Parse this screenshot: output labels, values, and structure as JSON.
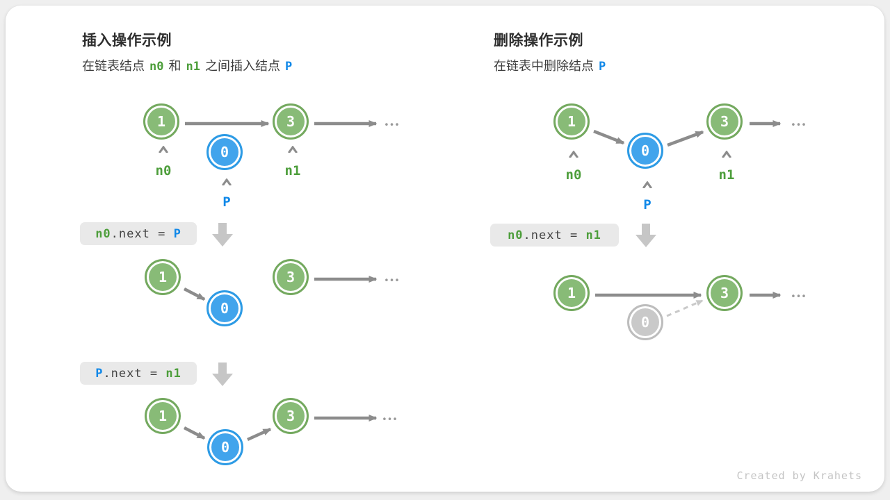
{
  "colors": {
    "page_bg": "#EFEFEF",
    "card_bg": "#FFFFFF",
    "heading_text": "#2E2E2E",
    "body_text": "#3C3C3C",
    "node_green_fill": "#88BB77",
    "node_green_border": "#74A95F",
    "node_blue_fill": "#41A4EC",
    "node_blue_border": "#2D9BE5",
    "node_gray_fill": "#C9C9C9",
    "node_gray_border": "#BDBDBD",
    "token_green": "#4D9E3B",
    "token_blue": "#1088E8",
    "arrow_gray": "#8C8C8C",
    "dashed_gray": "#C9C9C9",
    "block_arrow_gray": "#C6C6C6",
    "codebox_bg": "#E9E9E9",
    "codebox_text": "#444444",
    "dots_gray": "#999999",
    "credit_text": "#C4C4C4"
  },
  "left": {
    "title": "插入操作示例",
    "subtitle": {
      "part1": "在链表结点",
      "token1": "n0",
      "part2": "和",
      "token2": "n1",
      "part3": "之间插入结点",
      "token3": "P"
    },
    "code1": {
      "token1": "n0",
      "mid": ".next = ",
      "token2": "P"
    },
    "code2": {
      "token1": "P",
      "mid": ".next = ",
      "token2": "n1"
    },
    "labels": {
      "n0": "n0",
      "p": "P",
      "n1": "n1"
    },
    "nodes": {
      "one": "1",
      "zero": "0",
      "three": "3"
    }
  },
  "right": {
    "title": "删除操作示例",
    "subtitle": {
      "part1": "在链表中删除结点",
      "token1": "P"
    },
    "code1": {
      "token1": "n0",
      "mid": ".next = ",
      "token2": "n1"
    },
    "labels": {
      "n0": "n0",
      "p": "P",
      "n1": "n1"
    },
    "nodes": {
      "one": "1",
      "zero": "0",
      "three": "3"
    }
  },
  "ellipsis": "•••",
  "credit": "Created by Krahets"
}
